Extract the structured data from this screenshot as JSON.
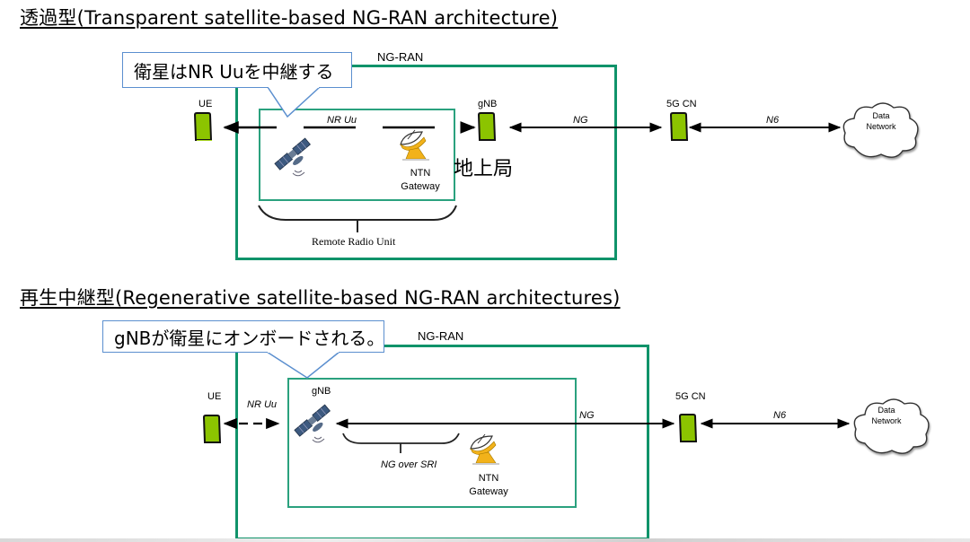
{
  "colors": {
    "frame_green": "#10936a",
    "inner_green": "#2aa17e",
    "callout_border": "#5b8fcf",
    "device_fill": "#8cc400",
    "dish_yellow": "#f2b21a",
    "satellite_blue": "#3d5a80"
  },
  "transparent": {
    "title": "透過型(Transparent satellite-based NG-RAN architecture)",
    "callout": "衛星はNR Uuを中継する",
    "ng_ran_label": "NG-RAN",
    "ue_label": "UE",
    "nr_uu_label": "NR Uu",
    "gnb_label": "gNB",
    "ground_station_label": "地上局",
    "ntn_gateway_line1": "NTN",
    "ntn_gateway_line2": "Gateway",
    "ng_label": "NG",
    "cn_label": "5G CN",
    "n6_label": "N6",
    "data_network_line1": "Data",
    "data_network_line2": "Network",
    "rru_label": "Remote Radio Unit",
    "icons": [
      "ue-device-icon",
      "satellite-icon",
      "satellite-dish-icon",
      "gnb-device-icon",
      "core-network-device-icon",
      "cloud-icon"
    ]
  },
  "regenerative": {
    "title": "再生中継型(Regenerative satellite-based NG-RAN architectures)",
    "callout": "gNBが衛星にオンボードされる。",
    "ng_ran_label": "NG-RAN",
    "ue_label": "UE",
    "nr_uu_label": "NR Uu",
    "gnb_label": "gNB",
    "ng_over_sri_label": "NG over SRI",
    "ntn_gateway_line1": "NTN",
    "ntn_gateway_line2": "Gateway",
    "ng_label": "NG",
    "cn_label": "5G CN",
    "n6_label": "N6",
    "data_network_line1": "Data",
    "data_network_line2": "Network",
    "icons": [
      "ue-device-icon",
      "satellite-icon",
      "satellite-dish-icon",
      "core-network-device-icon",
      "cloud-icon"
    ]
  }
}
